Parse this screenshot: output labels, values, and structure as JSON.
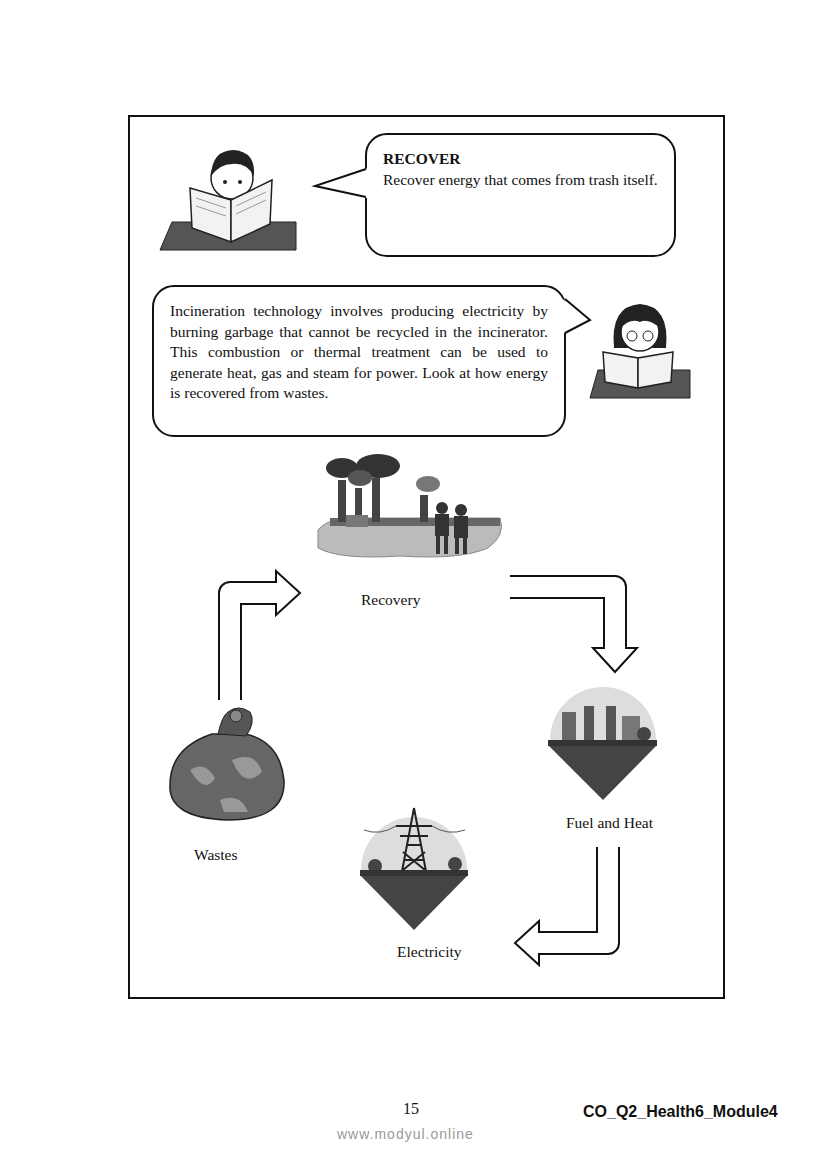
{
  "diagram": {
    "nodes": [
      {
        "text": [
          "RECOVER",
          "Recover energy that comes from trash itself."
        ]
      },
      {
        "text": [
          "Incineration technology involves producing electricity by burning garbage that cannot be recycled in the incinerator. This combustion or thermal treatment can be used to generate heat, gas and steam for power. Look at how energy is recovered from wastes."
        ]
      },
      {
        "text": [
          "Recovery"
        ]
      },
      {
        "text": [
          "Fuel and Heat"
        ]
      },
      {
        "text": [
          "Electricity"
        ]
      },
      {
        "text": [
          "Wastes"
        ]
      }
    ],
    "edges": [
      {
        "from": 5,
        "to": 2,
        "arrow": "to"
      },
      {
        "from": 2,
        "to": 3,
        "arrow": "to"
      },
      {
        "from": 3,
        "to": 4,
        "arrow": "to"
      }
    ],
    "labels": [
      "15",
      "CO_Q2_Health6_Module4",
      "www.modyul.online"
    ]
  }
}
